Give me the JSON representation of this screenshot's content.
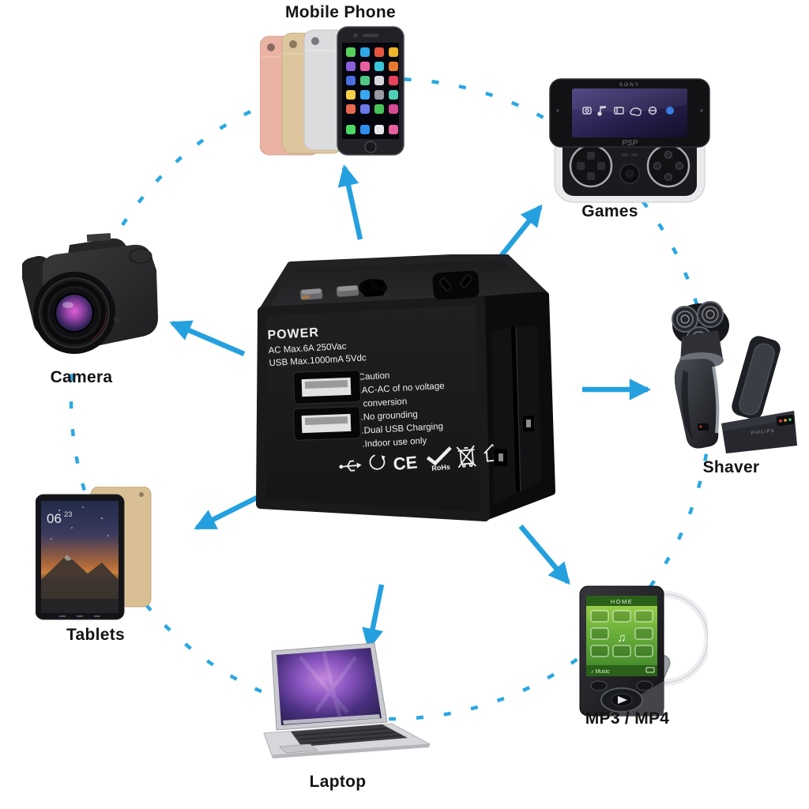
{
  "colors": {
    "arrow_blue": "#24a0df",
    "circle_blue": "#2aa8e0",
    "label_color": "#141414",
    "adapter_body": "#1a1a1b",
    "mp3_screen_green": "#6ab03a"
  },
  "adapter": {
    "power_title": "POWER",
    "spec_line1": "AC Max.6A 250Vac",
    "spec_line2": "USB Max.1000mA 5Vdc",
    "caution_title": "Caution",
    "caution_line1": ".AC-AC of no voltage",
    "caution_line2": "conversion",
    "caution_line3": ".No grounding",
    "caution_line4": ".Dual USB Charging",
    "caution_line5": ".Indoor use only",
    "ce_mark": "CE",
    "rohs_mark": "RoHs",
    "cert_icons": [
      "usb-icon",
      "recycle-icon",
      "ce-mark",
      "rohs-check-icon",
      "crossed-bin-icon",
      "house-icon"
    ]
  },
  "devices": {
    "mobile_phone": {
      "label": "Mobile Phone"
    },
    "games": {
      "label": "Games",
      "brand": "SONY",
      "logo": "PSP"
    },
    "shaver": {
      "label": "Shaver",
      "brand": "PHILIPS"
    },
    "mp3": {
      "label": "MP3 / MP4",
      "screen_title": "HOME",
      "screen_footer": "Music"
    },
    "laptop": {
      "label": "Laptop"
    },
    "tablets": {
      "label": "Tablets",
      "clock_hour": "06",
      "clock_min": "23"
    },
    "camera": {
      "label": "Camera"
    }
  }
}
